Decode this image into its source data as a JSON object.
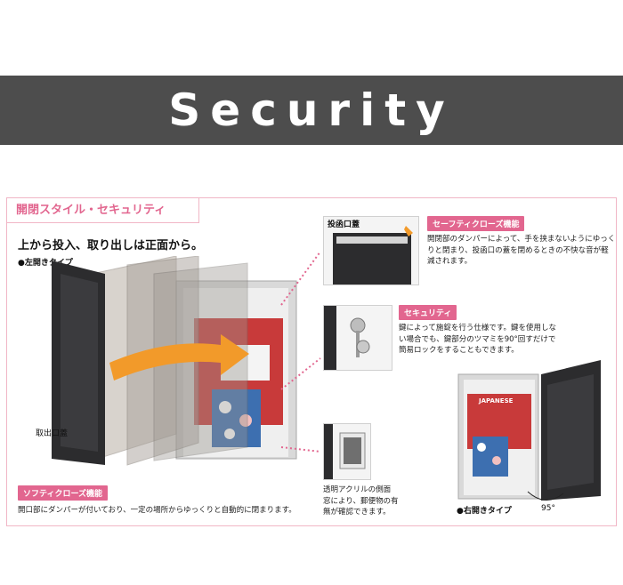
{
  "banner": {
    "title": "Security"
  },
  "panel": {
    "tab_title": "開閉スタイル・セキュリティ",
    "headline": "上から投入、取り出しは正面から。",
    "left_type_label": "●左開きタイプ",
    "takeout_label": "取出口蓋",
    "soft_close": {
      "label": "ソフティクローズ機能",
      "text": "開口部にダンパーが付いており、一定の場所からゆっくりと自動的に閉まります。"
    },
    "slot_lid": {
      "label": "投函口蓋"
    },
    "safety_close": {
      "label": "セーフティクローズ機能",
      "lines": [
        "開閉部のダンパーによって、手を挟まないようにゆっく",
        "りと閉まり、投函口の蓋を閉めるときの不快な音が軽",
        "減されます。"
      ]
    },
    "security": {
      "label": "セキュリティ",
      "lines": [
        "鍵によって施錠を行う仕様です。鍵を使用しな",
        "い場合でも、鍵部分のツマミを90°回すだけで",
        "簡易ロックをすることもできます。"
      ]
    },
    "window": {
      "lines": [
        "透明アクリルの側面",
        "窓により、郵便物の有",
        "無が確認できます。"
      ]
    },
    "right_type_label": "●右開きタイプ",
    "angle_label": "95°",
    "magazine_text": "JAPANESE"
  },
  "colors": {
    "banner": "#4d4d4d",
    "accent_pink": "#e2668f",
    "panel_border": "#f1b6c6",
    "door_dark": "#2c2c2e",
    "arrow_orange": "#f29a2a"
  }
}
